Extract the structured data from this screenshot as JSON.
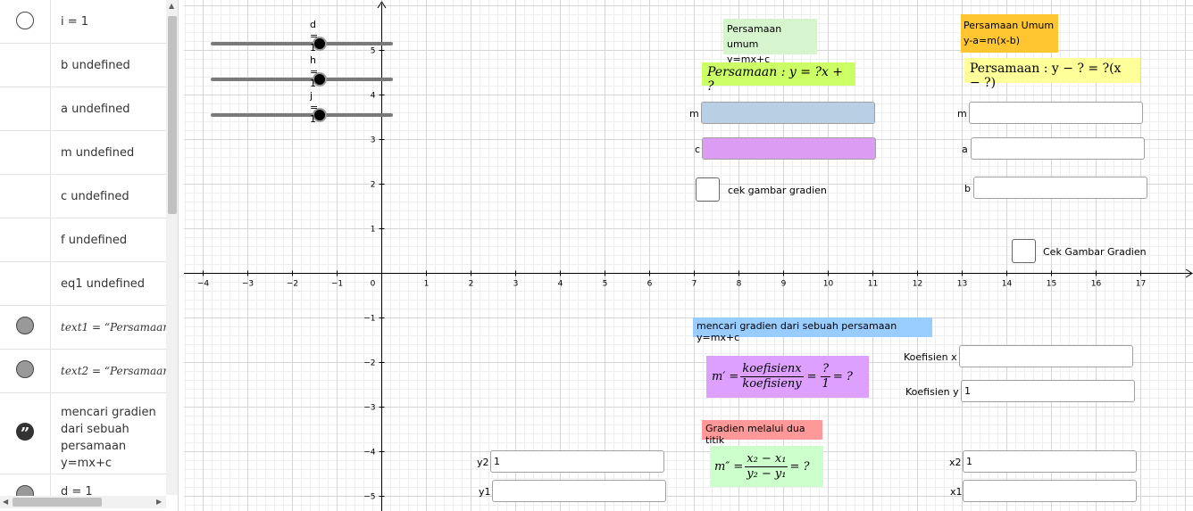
{
  "algebra": {
    "items": [
      {
        "text": "i = 1",
        "marker": "empty"
      },
      {
        "text": "b undefined",
        "marker": "none"
      },
      {
        "text": "a undefined",
        "marker": "none"
      },
      {
        "text": "m undefined",
        "marker": "none"
      },
      {
        "text": "c undefined",
        "marker": "none"
      },
      {
        "text": "f undefined",
        "marker": "none"
      },
      {
        "text": "eq1 undefined",
        "marker": "none"
      },
      {
        "text": "text1 = “Persamaan",
        "marker": "filled"
      },
      {
        "text": "text2 = “Persamaan",
        "marker": "filled"
      },
      {
        "text": "mencari gradien dari sebuah persamaan y=mx+c",
        "marker": "quote"
      },
      {
        "text": "d = 1",
        "marker": "filled"
      }
    ]
  },
  "axes": {
    "x_ticks": [
      "−4",
      "−3",
      "−2",
      "−1",
      "0",
      "1",
      "2",
      "3",
      "4",
      "5",
      "6",
      "7",
      "8",
      "9",
      "10",
      "11",
      "12",
      "13",
      "14",
      "15",
      "16",
      "17"
    ],
    "y_ticks_pos": [
      "1",
      "2",
      "3",
      "4",
      "5"
    ],
    "y_ticks_neg": [
      "−1",
      "−2",
      "−3",
      "−4",
      "−5"
    ]
  },
  "sliders": [
    {
      "label": "d = 1",
      "value": 1
    },
    {
      "label": "h = 1",
      "value": 1
    },
    {
      "label": "j = 1",
      "value": 1
    }
  ],
  "boxes": {
    "persamaan_umum_1": {
      "line1": "Persamaan umum",
      "line2": "y=mx+c",
      "bg": "#d6f5cf"
    },
    "persamaan_umum_2": {
      "line1": "Persamaan Umum",
      "line2": "y-a=m(x-b)",
      "bg": "#ffc632"
    },
    "formula1": {
      "text": "Persamaan : y = ?x + ?",
      "bg": "#ccff66"
    },
    "formula2": {
      "text": "Persamaan : y − ? = ?(x − ?)",
      "bg": "#ffff99"
    },
    "mencari": {
      "text": "mencari gradien dari sebuah persamaan y=mx+c",
      "bg": "#99ccff"
    },
    "gradien_dua_titik": {
      "text": "Gradien melalui dua titik",
      "bg": "#ff9999"
    },
    "mprime": {
      "lhs": "m′ =",
      "num": "koefisienx",
      "den": "koefisieny",
      "num2": "?",
      "den2": "1",
      "rhs": "= ?",
      "bg": "#dda0ff"
    },
    "mdouble": {
      "lhs": "m″ =",
      "num": "x₂ − x₁",
      "den": "y₂ − y₁",
      "rhs": "= ?",
      "bg": "#ccffcc"
    }
  },
  "inputs": {
    "m1": {
      "label": "m",
      "value": "",
      "bg": "#b8cfe4"
    },
    "c1": {
      "label": "c",
      "value": "",
      "bg": "#dd9cf3"
    },
    "m2": {
      "label": "m",
      "value": ""
    },
    "a2": {
      "label": "a",
      "value": ""
    },
    "b2": {
      "label": "b",
      "value": ""
    },
    "koef_x": {
      "label": "Koefisien x",
      "value": ""
    },
    "koef_y": {
      "label": "Koefisien y",
      "value": "1"
    },
    "y2": {
      "label": "y2",
      "value": "1"
    },
    "y1": {
      "label": "y1",
      "value": ""
    },
    "x2": {
      "label": "x2",
      "value": "1"
    },
    "x1": {
      "label": "x1",
      "value": ""
    }
  },
  "checkboxes": {
    "cek1": {
      "label": "cek gambar gradien",
      "checked": false
    },
    "cek2": {
      "label": "Cek Gambar Gradien",
      "checked": false
    }
  }
}
